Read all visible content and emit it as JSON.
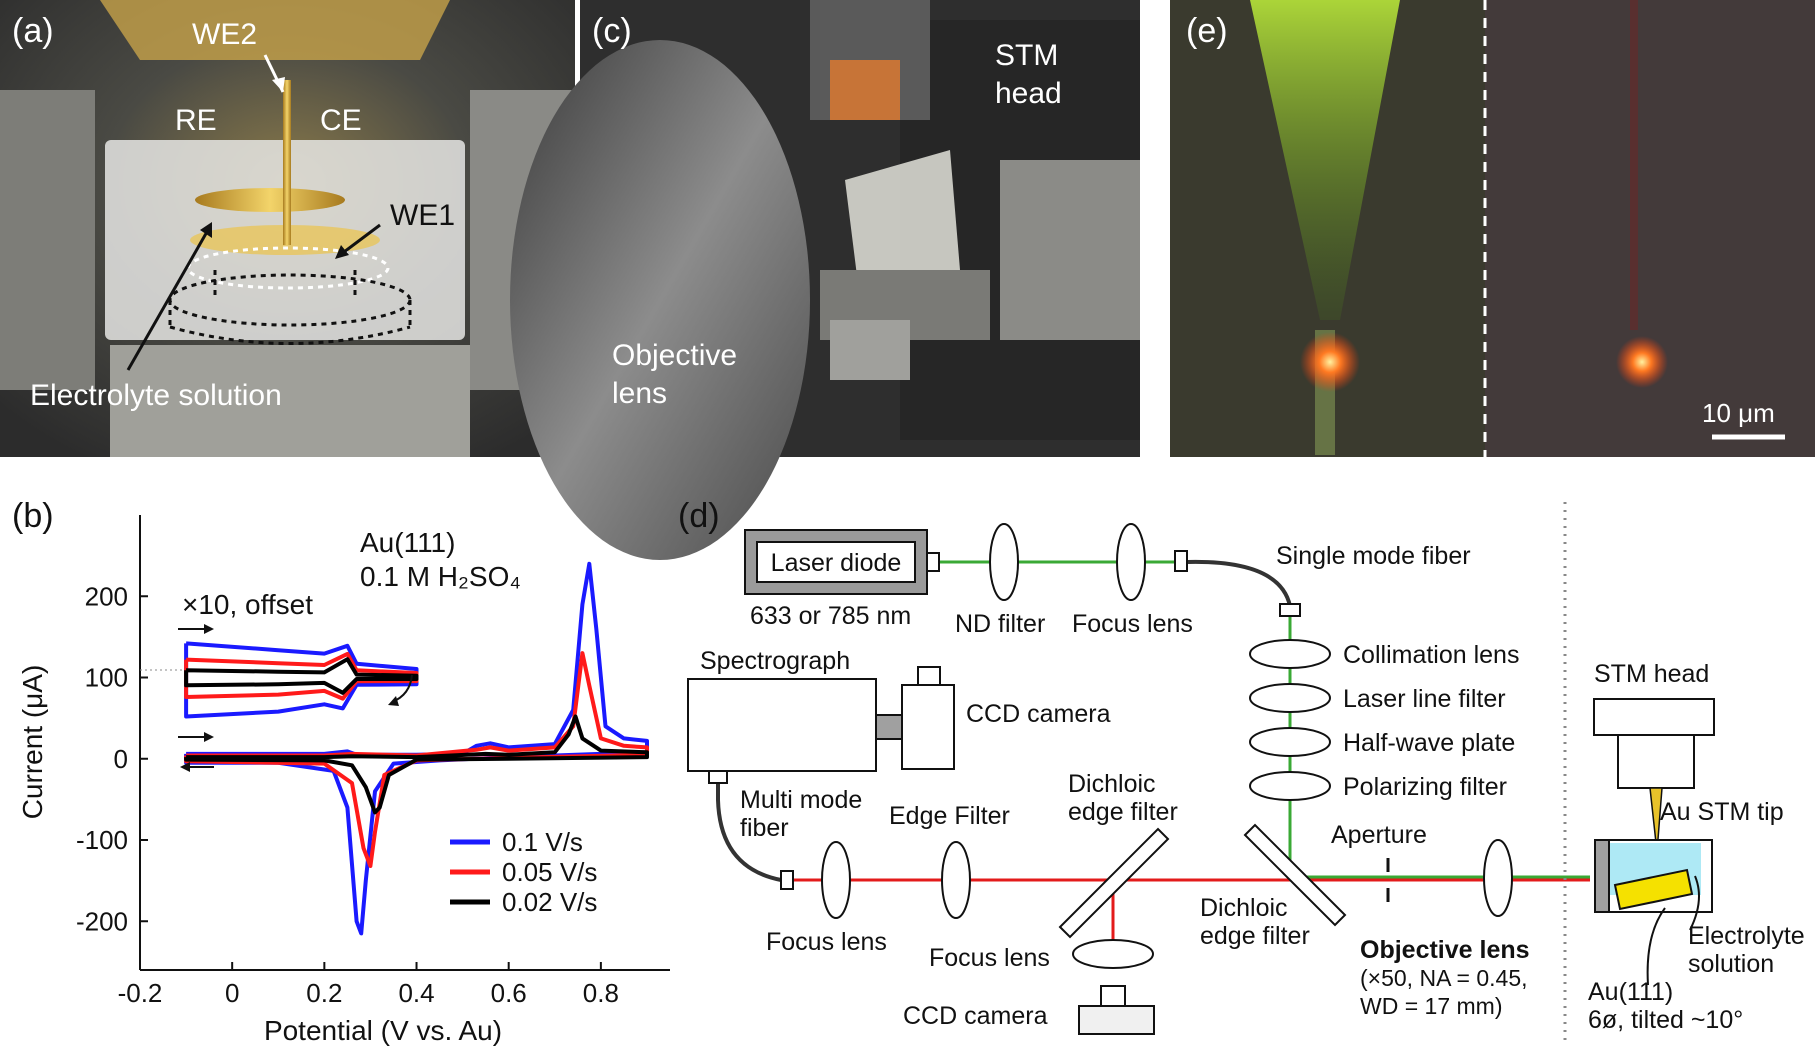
{
  "panel_a": {
    "label": "(a)",
    "we2": "WE2",
    "re": "RE",
    "ce": "CE",
    "we1": "WE1",
    "electrolyte": "Electrolyte solution"
  },
  "panel_c": {
    "label": "(c)",
    "stm": "STM",
    "head": "head",
    "objective": "Objective",
    "lens": "lens"
  },
  "panel_e": {
    "label": "(e)",
    "scalebar": "10 μm"
  },
  "panel_d": {
    "label": "(d)",
    "laser_diode": "Laser diode",
    "wavelength": "633 or 785 nm",
    "nd_filter": "ND filter",
    "focus_lens_top": "Focus lens",
    "single_mode_fiber": "Single mode fiber",
    "collimation_lens": "Collimation lens",
    "laser_line_filter": "Laser line filter",
    "half_wave_plate": "Half-wave plate",
    "polarizing_filter": "Polarizing filter",
    "spectrograph": "Spectrograph",
    "ccd_camera_top": "CCD camera",
    "multi_mode": "Multi mode",
    "fiber": "fiber",
    "edge_filter": "Edge Filter",
    "dichloic_top_1": "Dichloic",
    "dichloic_top_2": "edge filter",
    "aperture": "Aperture",
    "focus_lens_left": "Focus lens",
    "focus_lens_bottom": "Focus lens",
    "ccd_camera_bottom": "CCD camera",
    "dichloic_bot_1": "Dichloic",
    "dichloic_bot_2": "edge filter",
    "objective_lens": "Objective lens",
    "objective_spec_1": "(×50, NA = 0.45,",
    "objective_spec_2": "WD = 17 mm)",
    "stm_head": "STM head",
    "au_stm_tip": "Au STM tip",
    "electrolyte_1": "Electrolyte",
    "electrolyte_2": "solution",
    "au111_1": "Au(111)",
    "au111_2": "6ø, tilted ~10°"
  },
  "colors": {
    "laser_green": "#3aa935",
    "raman_red": "#e31b1b",
    "cv_blue": "#1a1aff",
    "cv_red": "#ff1a1a",
    "cv_black": "#000000"
  },
  "chart_data": {
    "type": "line",
    "panel_label": "(b)",
    "title": "Au(111)",
    "subtitle": "0.1 M H₂SO₄",
    "xlabel": "Potential (V vs. Au)",
    "ylabel": "Current (μA)",
    "xlim": [
      -0.2,
      0.95
    ],
    "ylim": [
      -260,
      300
    ],
    "xticks": [
      "-0.2",
      "0",
      "0.2",
      "0.4",
      "0.6",
      "0.8"
    ],
    "xtick_values": [
      -0.2,
      0,
      0.2,
      0.4,
      0.6,
      0.8
    ],
    "yticks": [
      "-200",
      "-100",
      "0",
      "100",
      "200"
    ],
    "ytick_values": [
      -200,
      -100,
      0,
      100,
      200
    ],
    "inset_label": "×10, offset",
    "legend_position": "bottom-right",
    "series": [
      {
        "name": "0.1 V/s",
        "color": "#1a1aff",
        "anodic": [
          [
            -0.1,
            6
          ],
          [
            0.2,
            6
          ],
          [
            0.25,
            9
          ],
          [
            0.27,
            5
          ],
          [
            0.4,
            5
          ],
          [
            0.5,
            6
          ],
          [
            0.53,
            16
          ],
          [
            0.56,
            19
          ],
          [
            0.6,
            14
          ],
          [
            0.7,
            18
          ],
          [
            0.74,
            60
          ],
          [
            0.76,
            190
          ],
          [
            0.775,
            240
          ],
          [
            0.79,
            160
          ],
          [
            0.81,
            40
          ],
          [
            0.85,
            25
          ],
          [
            0.9,
            22
          ]
        ],
        "cathodic": [
          [
            0.9,
            8
          ],
          [
            0.6,
            2
          ],
          [
            0.45,
            -2
          ],
          [
            0.35,
            -6
          ],
          [
            0.31,
            -40
          ],
          [
            0.29,
            -150
          ],
          [
            0.28,
            -215
          ],
          [
            0.27,
            -200
          ],
          [
            0.25,
            -60
          ],
          [
            0.22,
            -15
          ],
          [
            0.1,
            -5
          ],
          [
            -0.1,
            -5
          ]
        ]
      },
      {
        "name": "0.05 V/s",
        "color": "#ff1a1a",
        "anodic": [
          [
            -0.1,
            4
          ],
          [
            0.2,
            4
          ],
          [
            0.26,
            6
          ],
          [
            0.4,
            4
          ],
          [
            0.53,
            11
          ],
          [
            0.56,
            14
          ],
          [
            0.6,
            10
          ],
          [
            0.7,
            14
          ],
          [
            0.74,
            40
          ],
          [
            0.76,
            130
          ],
          [
            0.775,
            90
          ],
          [
            0.8,
            25
          ],
          [
            0.85,
            16
          ],
          [
            0.9,
            14
          ]
        ],
        "cathodic": [
          [
            0.9,
            5
          ],
          [
            0.6,
            1
          ],
          [
            0.4,
            -2
          ],
          [
            0.33,
            -20
          ],
          [
            0.31,
            -90
          ],
          [
            0.3,
            -132
          ],
          [
            0.285,
            -110
          ],
          [
            0.26,
            -30
          ],
          [
            0.2,
            -6
          ],
          [
            -0.1,
            -3
          ]
        ]
      },
      {
        "name": "0.02 V/s",
        "color": "#000000",
        "anodic": [
          [
            -0.1,
            2
          ],
          [
            0.2,
            2
          ],
          [
            0.26,
            3
          ],
          [
            0.4,
            2
          ],
          [
            0.55,
            6
          ],
          [
            0.6,
            5
          ],
          [
            0.7,
            8
          ],
          [
            0.73,
            30
          ],
          [
            0.745,
            52
          ],
          [
            0.76,
            25
          ],
          [
            0.8,
            10
          ],
          [
            0.9,
            8
          ]
        ],
        "cathodic": [
          [
            0.9,
            2
          ],
          [
            0.6,
            0
          ],
          [
            0.4,
            -1
          ],
          [
            0.34,
            -20
          ],
          [
            0.32,
            -60
          ],
          [
            0.31,
            -66
          ],
          [
            0.29,
            -35
          ],
          [
            0.26,
            -8
          ],
          [
            0.2,
            -2
          ],
          [
            -0.1,
            -1
          ]
        ]
      }
    ]
  }
}
